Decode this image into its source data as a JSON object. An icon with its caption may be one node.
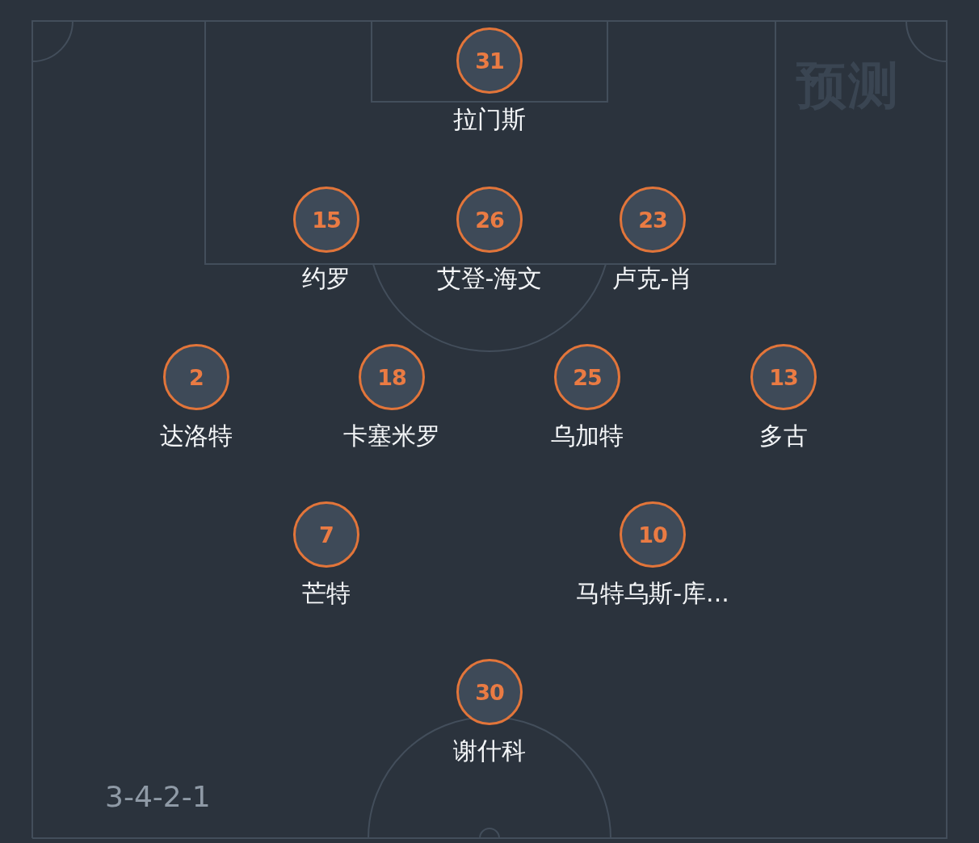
{
  "diagram": {
    "nodes": [
      {
        "text": [
          "31"
        ],
        "beside": [
          "拉门斯"
        ]
      },
      {
        "text": [
          "15"
        ],
        "beside": [
          "约罗"
        ]
      },
      {
        "text": [
          "26"
        ],
        "beside": [
          "艾登-海文"
        ]
      },
      {
        "text": [
          "23"
        ],
        "beside": [
          "卢克-肖"
        ]
      },
      {
        "text": [
          "2"
        ],
        "beside": [
          "达洛特"
        ]
      },
      {
        "text": [
          "18"
        ],
        "beside": [
          "卡塞米罗"
        ]
      },
      {
        "text": [
          "25"
        ],
        "beside": [
          "乌加特"
        ]
      },
      {
        "text": [
          "13"
        ],
        "beside": [
          "多古"
        ]
      },
      {
        "text": [
          "7"
        ],
        "beside": [
          "芒特"
        ]
      },
      {
        "text": [
          "10"
        ],
        "beside": [
          "马特乌斯-库..."
        ]
      },
      {
        "text": [
          "30"
        ],
        "beside": [
          "谢什科"
        ]
      }
    ],
    "edges": [],
    "labels": [
      "预测",
      "3-4-2-1"
    ]
  }
}
